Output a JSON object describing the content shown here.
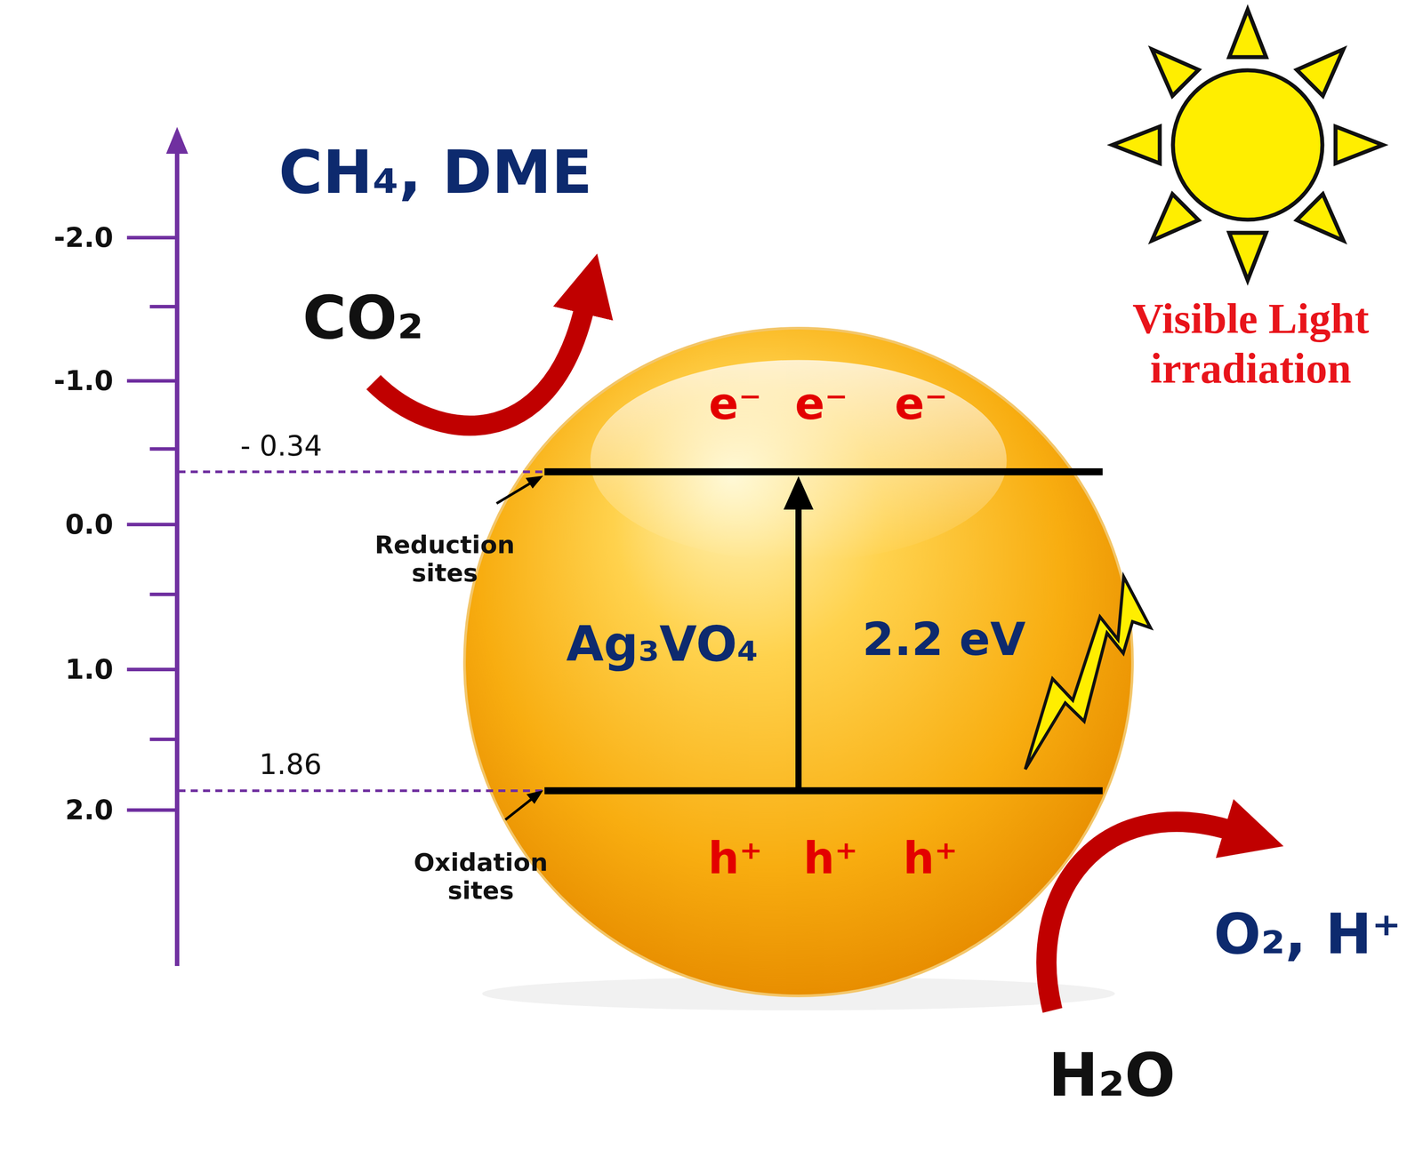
{
  "diagram": {
    "nodes": [
      {
        "text": [
          "Ag₃VO₄",
          "2.2 eV"
        ]
      }
    ],
    "labels": [
      "-2.0",
      "-1.0",
      "0.0",
      "1.0",
      "2.0",
      "- 0.34",
      "1.86",
      "Reduction sites",
      "Oxidation sites",
      "e⁻",
      "e⁻",
      "e⁻",
      "h⁺",
      "h⁺",
      "h⁺",
      "CO₂",
      "CH₄, DME",
      "H₂O",
      "O₂, H⁺",
      "Visible Light irradiation"
    ]
  }
}
